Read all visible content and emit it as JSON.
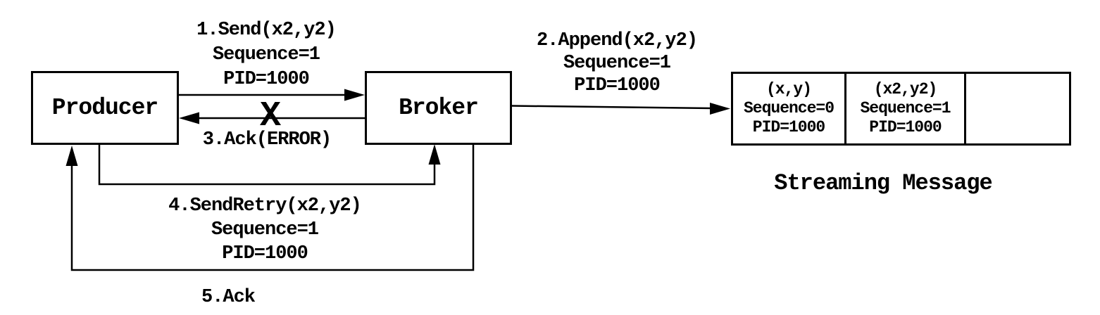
{
  "diagram": {
    "colors": {
      "stroke": "#000000",
      "background": "#ffffff"
    },
    "nodes": {
      "producer": {
        "label": "Producer"
      },
      "broker": {
        "label": "Broker"
      }
    },
    "messages": [
      {
        "step": "1",
        "from": "Producer",
        "to": "Broker",
        "lines": [
          "1.Send(x2,y2)",
          "Sequence=1",
          "PID=1000"
        ]
      },
      {
        "step": "2",
        "from": "Broker",
        "to": "Streaming Message",
        "lines": [
          "2.Append(x2,y2)",
          "Sequence=1",
          "PID=1000"
        ]
      },
      {
        "step": "3",
        "from": "Broker",
        "to": "Producer",
        "label": "3.Ack(ERROR)",
        "failure_mark": "X"
      },
      {
        "step": "4",
        "from": "Producer",
        "to": "Broker",
        "lines": [
          "4.SendRetry(x2,y2)",
          "Sequence=1",
          "PID=1000"
        ]
      },
      {
        "step": "5",
        "from": "Broker",
        "to": "Producer",
        "label": "5.Ack"
      }
    ],
    "stream": {
      "caption": "Streaming Message",
      "slots": [
        {
          "lines": [
            "(x,y)",
            "Sequence=0",
            "PID=1000"
          ]
        },
        {
          "lines": [
            "(x2,y2)",
            "Sequence=1",
            "PID=1000"
          ]
        },
        {
          "lines": []
        }
      ]
    }
  }
}
